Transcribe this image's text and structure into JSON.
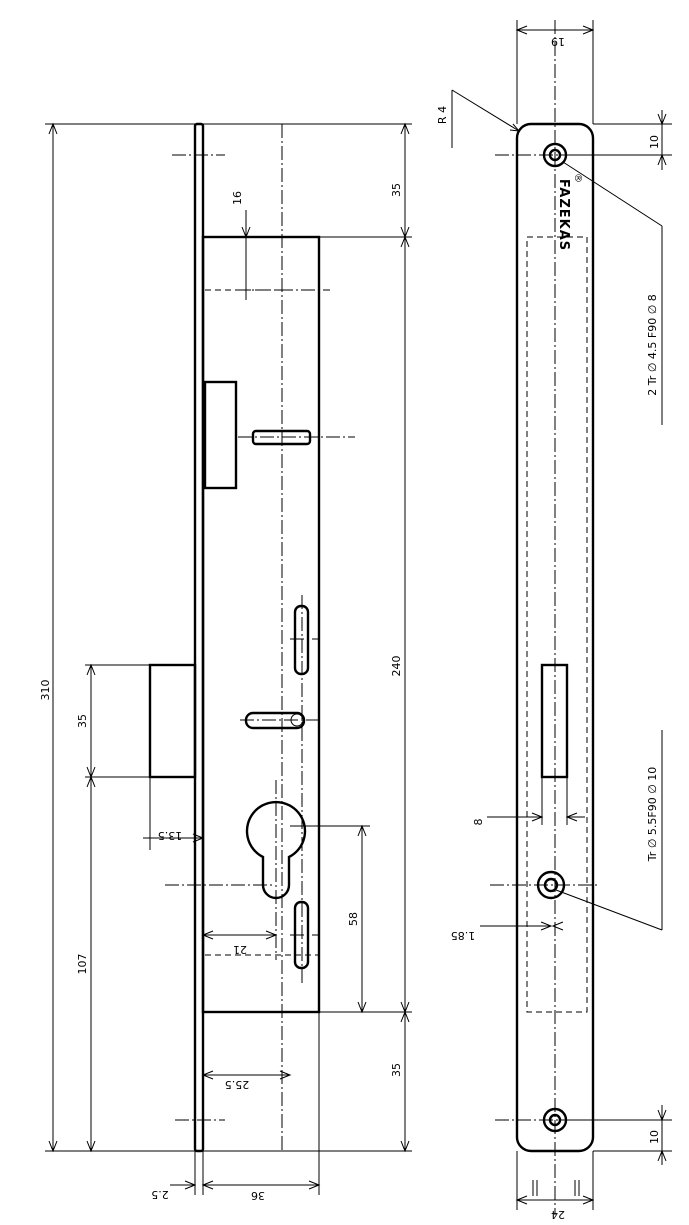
{
  "dimensions": {
    "total_length": "310",
    "end_offset_top": "35",
    "body_height": "240",
    "end_offset_bottom": "35",
    "deadbolt_height": "16",
    "latch_height": "35",
    "latch_position": "107",
    "backset_latch": "13.5",
    "cylinder_distance": "58",
    "cylinder_offset": "21",
    "lower_offset": "25.5",
    "faceplate_thickness": "2.5",
    "backset": "36",
    "faceplate_width": "19",
    "radius": "R 4",
    "top_hole_spacing": "10",
    "bottom_hole_spacing": "10",
    "hole_spec_top": "2 Tr ∅ 4.5 F90 ∅ 8",
    "hole_spec_center": "Tr ∅ 5.5F90 ∅ 10",
    "slot_width": "8",
    "slot_offset": "1.85",
    "bottom_width": "24"
  },
  "brand": {
    "logo_text": "FAZEKAS",
    "registered": "®"
  }
}
